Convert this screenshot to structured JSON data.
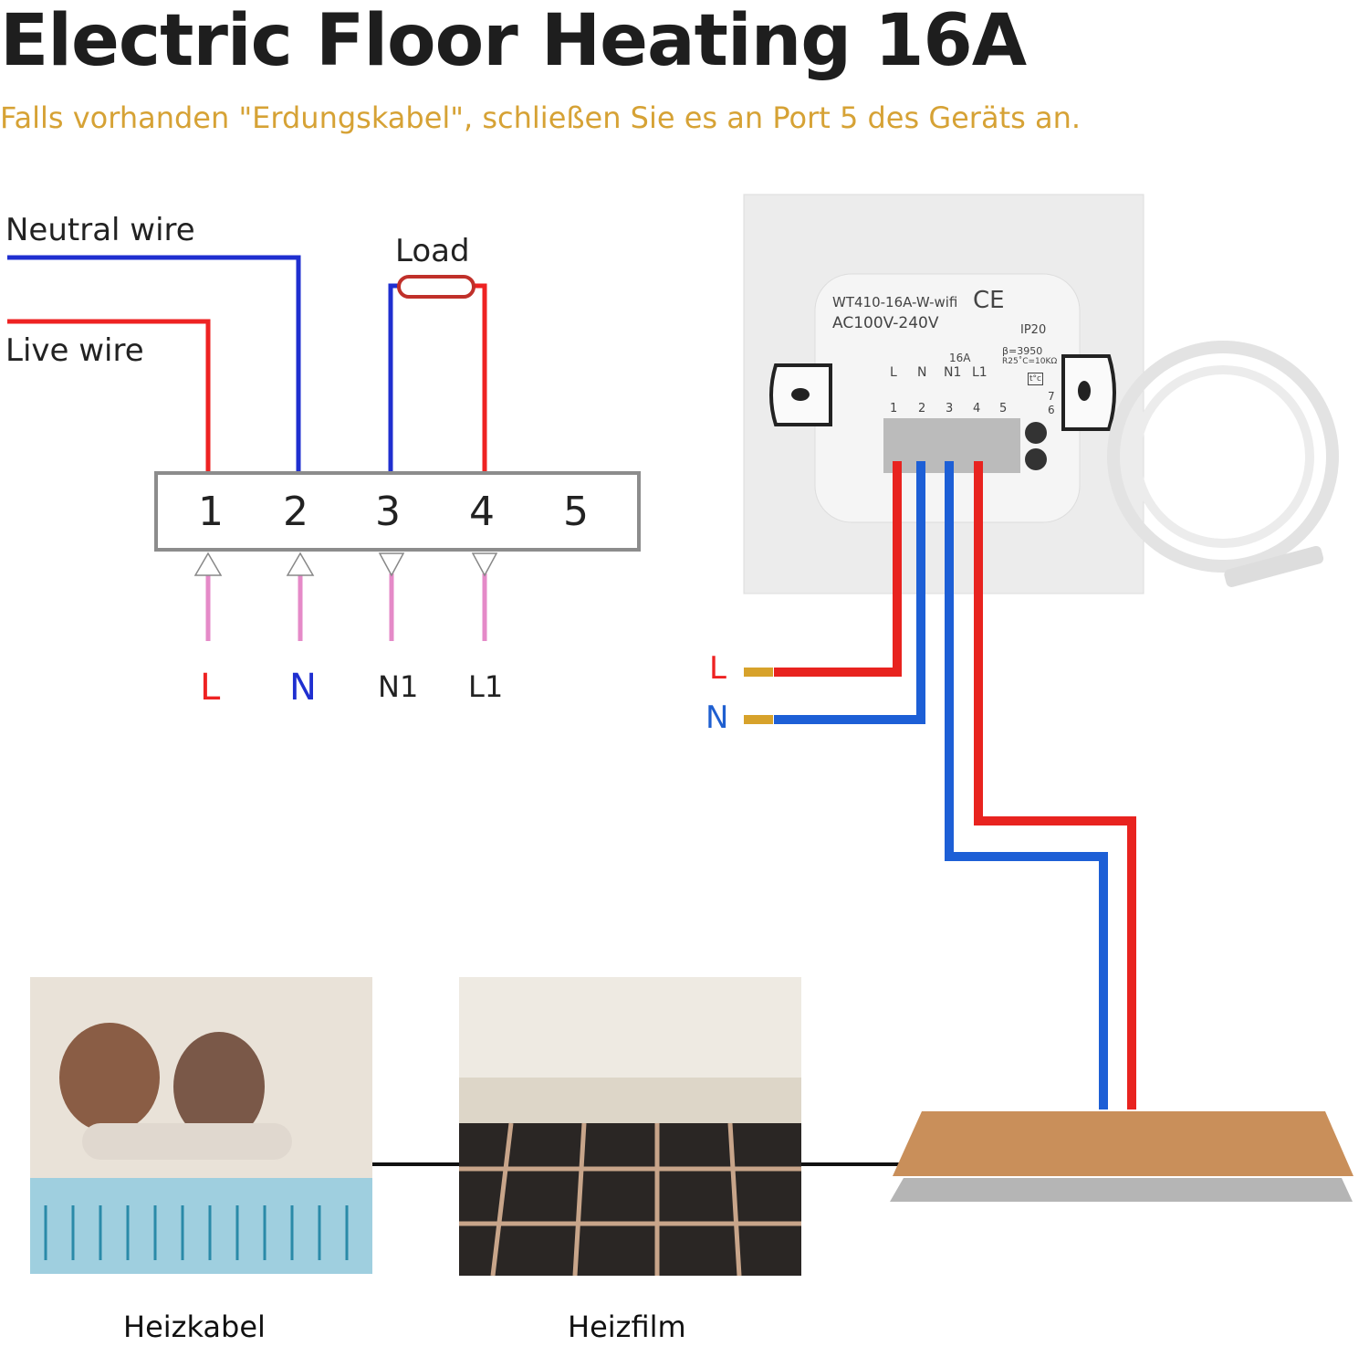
{
  "title": "Electric Floor Heating 16A",
  "subtitle": "Falls vorhanden \"Erdungskabel\", schließen Sie es an Port 5 des Geräts an.",
  "schematic": {
    "neutral": "Neutral wire",
    "live": "Live wire",
    "load": "Load",
    "terminals": [
      "1",
      "2",
      "3",
      "4",
      "5"
    ],
    "bottom": [
      "L",
      "N",
      "N1",
      "L1"
    ]
  },
  "device": {
    "model": "WT410-16A-W-wifi",
    "voltage": "AC100V-240V",
    "ip": "IP20",
    "amps": "16A",
    "beta": "β=3950",
    "r25": "R25˚C=10KΩ",
    "ce": "CE",
    "terms": [
      "L",
      "N",
      "N1",
      "L1"
    ],
    "nums": [
      "1",
      "2",
      "3",
      "4",
      "5"
    ],
    "sensor": "t°c",
    "sensor_pins": [
      "7",
      "6"
    ]
  },
  "mains": {
    "L": "L",
    "N": "N"
  },
  "captions": {
    "cable": "Heizkabel",
    "film": "Heizfilm"
  },
  "colors": {
    "red": "#ee2222",
    "blue": "#1f2fd0",
    "pink": "#e58ac8",
    "gold": "#d6a235"
  }
}
